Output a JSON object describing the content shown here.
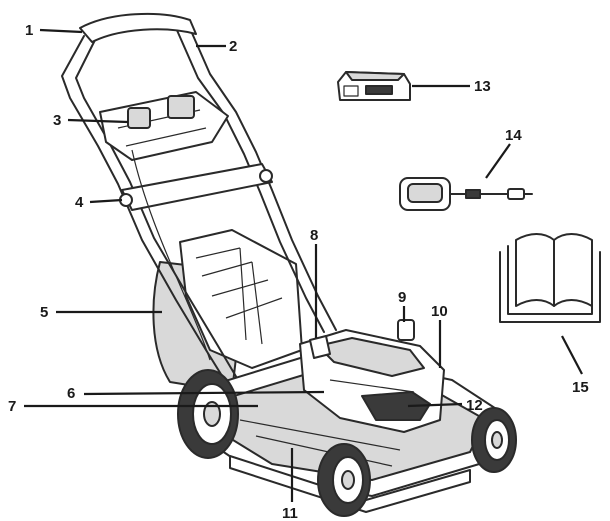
{
  "labels": {
    "l1": "1",
    "l2": "2",
    "l3": "3",
    "l4": "4",
    "l5": "5",
    "l6": "6",
    "l7": "7",
    "l8": "8",
    "l9": "9",
    "l10": "10",
    "l11": "11",
    "l12": "12",
    "l13": "13",
    "l14": "14",
    "l15": "15"
  },
  "colors": {
    "ink": "#1a1a1a",
    "background": "#ffffff",
    "shade": "#d9d9d9"
  }
}
